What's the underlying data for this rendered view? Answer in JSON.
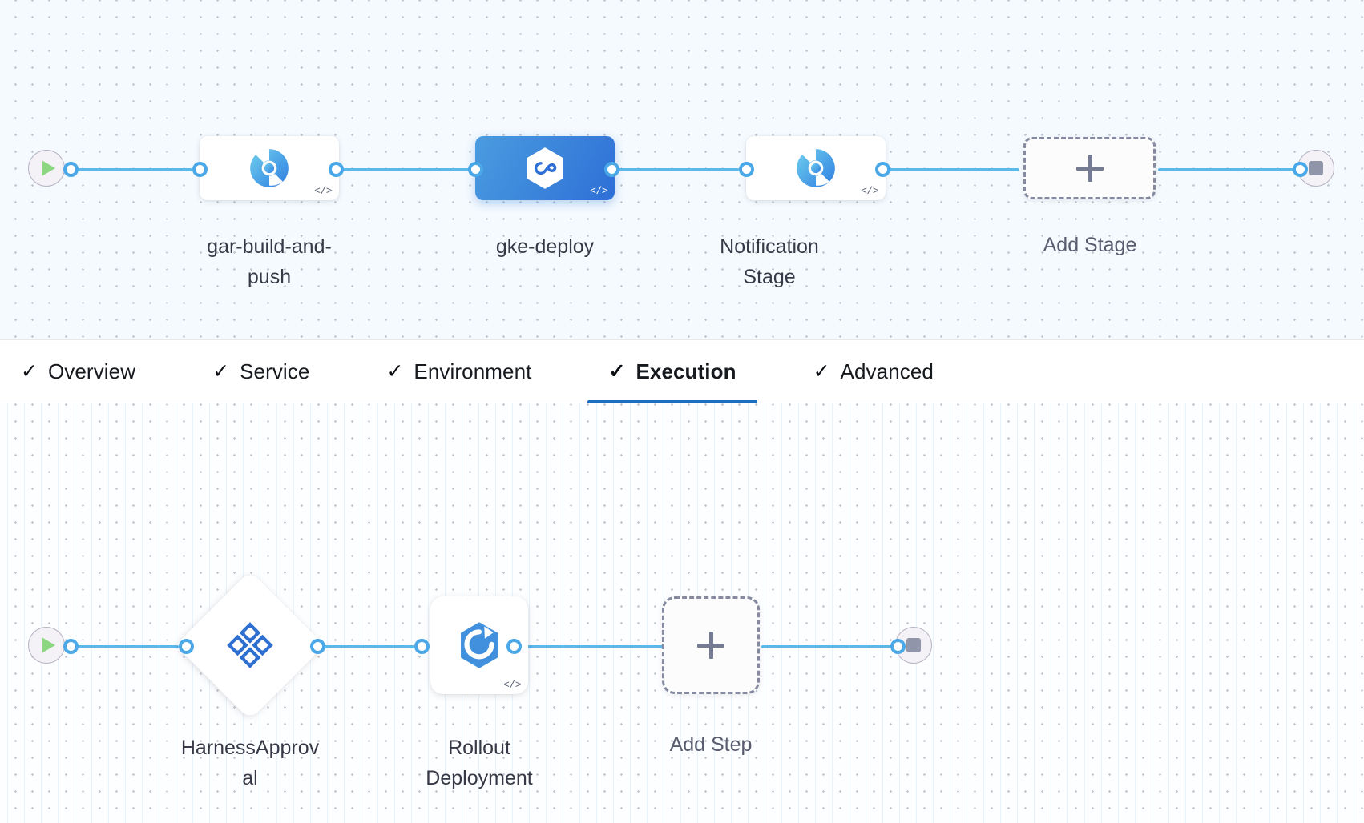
{
  "colors": {
    "accent": "#1b6ec2",
    "wire": "#5bb9ea",
    "node_port": "#4aa8e8",
    "selected_stage_gradient_from": "#4a9ce0",
    "selected_stage_gradient_to": "#2e6fd6",
    "canvas_top_bg": "#f4fafe",
    "canvas_bottom_bg": "#fdfeff",
    "dashed_border": "#858aa0",
    "start_play": "#8cd681",
    "stop_square": "#9195aa",
    "label_text": "#383946"
  },
  "stage_canvas": {
    "name": "pipeline-stage-graph",
    "start_node": {
      "icon": "play-icon",
      "label": ""
    },
    "end_node": {
      "icon": "stop-icon",
      "label": ""
    },
    "stages": [
      {
        "id": "gar-build-and-push",
        "label": "gar-build-and-\npush",
        "icon": "harness-ci-build-icon",
        "selected": false,
        "code_badge": "</>"
      },
      {
        "id": "gke-deploy",
        "label": "gke-deploy",
        "icon": "harness-cd-hexagon-icon",
        "selected": true,
        "code_badge": "</>"
      },
      {
        "id": "notification-stage",
        "label": "Notification\nStage",
        "icon": "harness-ci-build-icon",
        "selected": false,
        "code_badge": "</>"
      }
    ],
    "add_stage": {
      "label": "Add Stage",
      "icon": "plus-icon"
    }
  },
  "tabs": {
    "items": [
      {
        "id": "overview",
        "label": "Overview",
        "checked": true,
        "active": false
      },
      {
        "id": "service",
        "label": "Service",
        "checked": true,
        "active": false
      },
      {
        "id": "environment",
        "label": "Environment",
        "checked": true,
        "active": false
      },
      {
        "id": "execution",
        "label": "Execution",
        "checked": true,
        "active": true
      },
      {
        "id": "advanced",
        "label": "Advanced",
        "checked": true,
        "active": false
      }
    ],
    "check_glyph": "✓"
  },
  "execution_canvas": {
    "name": "stage-execution-graph",
    "start_node": {
      "icon": "play-icon"
    },
    "end_node": {
      "icon": "stop-icon"
    },
    "steps": [
      {
        "id": "harness-approval",
        "label": "HarnessApprov\nal",
        "icon": "harness-approval-diamond-icon",
        "shape": "diamond",
        "code_badge": ""
      },
      {
        "id": "rollout-deployment",
        "label": "Rollout\nDeployment",
        "icon": "kubernetes-rollout-icon",
        "shape": "square",
        "code_badge": "</>"
      }
    ],
    "add_step": {
      "label": "Add Step",
      "icon": "plus-icon"
    }
  }
}
